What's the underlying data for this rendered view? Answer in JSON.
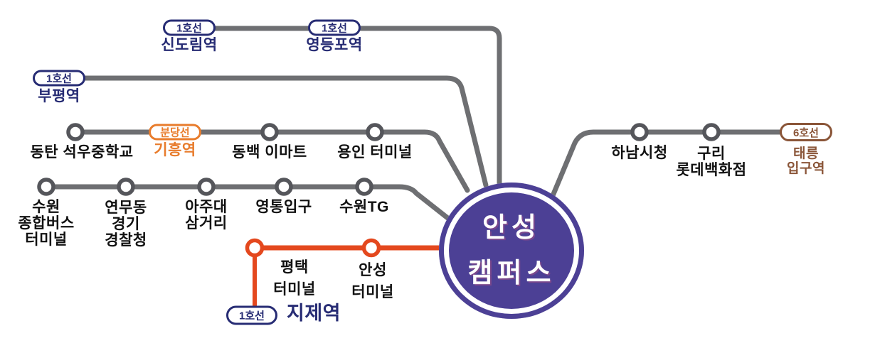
{
  "colors": {
    "line_gray": "#6e6f72",
    "dot_ring_gray": "#55565b",
    "navy": "#272c74",
    "orange": "#e87c2c",
    "red_orange": "#e4481e",
    "brown": "#8a5538",
    "campus_purple": "#4c4095",
    "label_black": "#111111"
  },
  "campus": {
    "name": "안성\n캠퍼스"
  },
  "lines": [
    {
      "name": "seoul-line1-top",
      "stations": [
        {
          "badge": "1호선",
          "name": "신도림역"
        },
        {
          "badge": "1호선",
          "name": "영등포역"
        }
      ]
    },
    {
      "name": "seoul-line1-bupyeong",
      "stations": [
        {
          "badge": "1호선",
          "name": "부평역"
        }
      ]
    },
    {
      "name": "yongin-route",
      "stations": [
        {
          "name": "동탄 석우중학교"
        },
        {
          "badge": "분당선",
          "name": "기흥역"
        },
        {
          "name": "동백 이마트"
        },
        {
          "name": "용인 터미널"
        }
      ]
    },
    {
      "name": "hanam-guri-route",
      "stations": [
        {
          "name": "하남시청"
        },
        {
          "name": "구리\n롯데백화점"
        },
        {
          "badge": "6호선",
          "name": "태릉\n입구역"
        }
      ]
    },
    {
      "name": "suwon-route",
      "stations": [
        {
          "name": "수원\n종합버스\n터미널"
        },
        {
          "name": "연무동\n경기\n경찰청"
        },
        {
          "name": "아주대\n삼거리"
        },
        {
          "name": "영통입구"
        },
        {
          "name": "수원TG"
        }
      ]
    },
    {
      "name": "pyeongtaek-anseong-route",
      "stations": [
        {
          "name": "평택\n터미널"
        },
        {
          "name": "안성\n터미널"
        },
        {
          "badge": "1호선",
          "name": "지제역"
        }
      ]
    }
  ]
}
